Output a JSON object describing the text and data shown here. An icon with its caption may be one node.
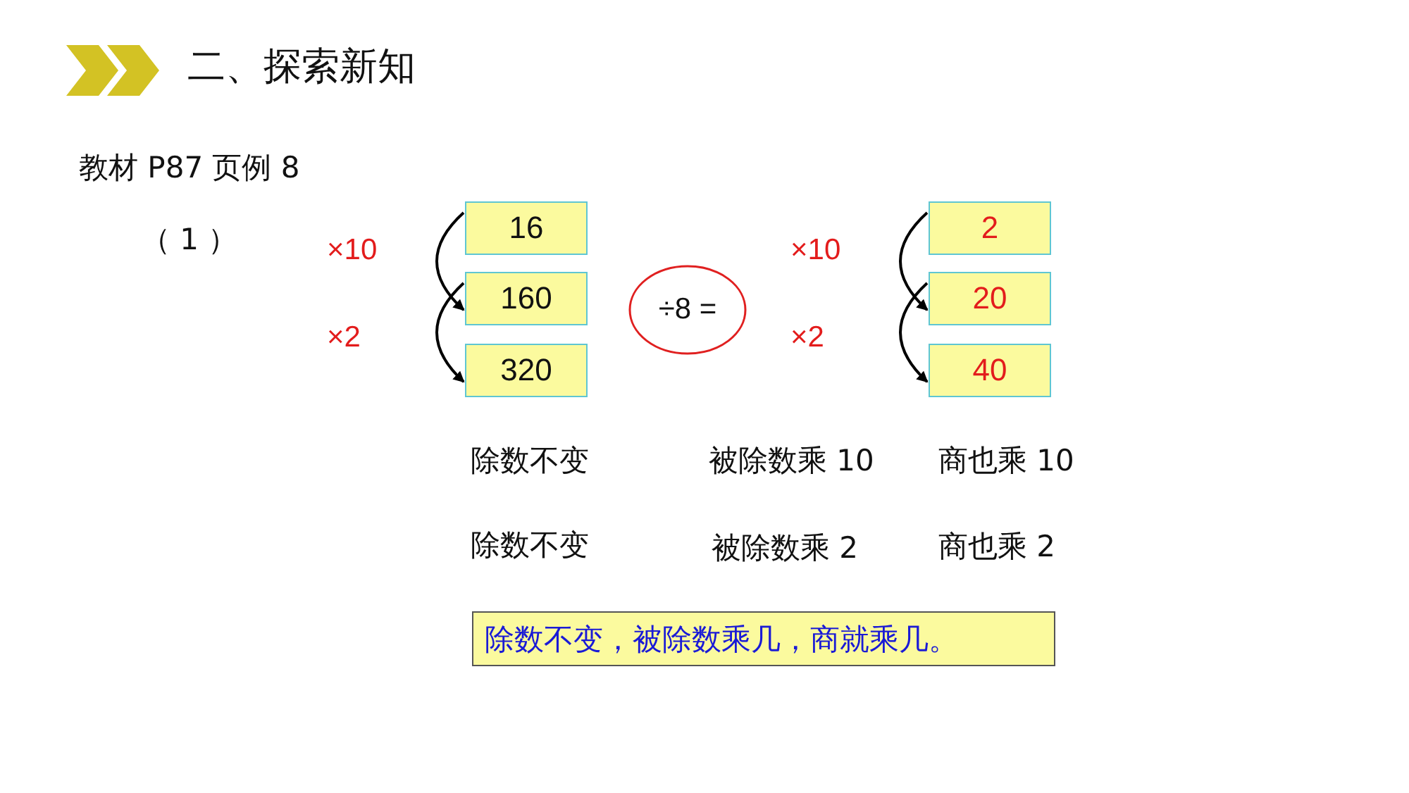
{
  "diagram": {
    "title": "二、探索新知",
    "nodes": [
      {
        "text": [
          "16"
        ]
      },
      {
        "text": [
          "160"
        ]
      },
      {
        "text": [
          "320"
        ]
      },
      {
        "text": [
          "÷8 ="
        ]
      },
      {
        "text": [
          "2"
        ]
      },
      {
        "text": [
          "20"
        ]
      },
      {
        "text": [
          "40"
        ]
      },
      {
        "text": [
          "除数不变，被除数乘几，商就乘几。"
        ]
      }
    ],
    "edges": [
      {
        "from": 0,
        "to": 1,
        "arrow": "to",
        "label": "×10"
      },
      {
        "from": 1,
        "to": 2,
        "arrow": "to",
        "label": "×2"
      },
      {
        "from": 4,
        "to": 5,
        "arrow": "to",
        "label": "×10"
      },
      {
        "from": 5,
        "to": 6,
        "arrow": "to",
        "label": "×2"
      }
    ],
    "labels": [
      "教材 P87 页例 8",
      "（ 1 ）",
      "除数不变",
      "被除数乘 10",
      "商也乘 10",
      "除数不变",
      "被除数乘 2",
      "商也乘 2"
    ]
  }
}
